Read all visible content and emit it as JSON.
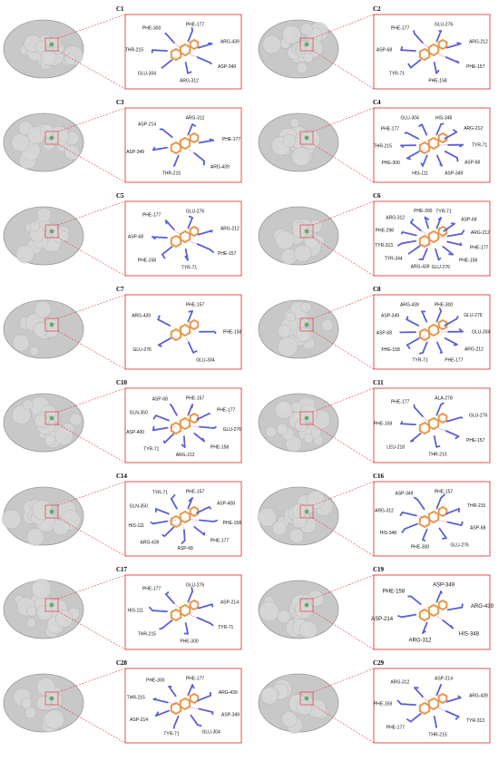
{
  "panels": [
    {
      "label": "C1",
      "residues": [
        "PHE-177",
        "ARG-439",
        "ASP-349",
        "ARG-312",
        "GLU-304",
        "THR-215",
        "PHE-300"
      ]
    },
    {
      "label": "C2",
      "residues": [
        "GLU-276",
        "ARG-212",
        "PHE-157",
        "PHE-158",
        "TYR-71",
        "ASP-68",
        "PHE-177"
      ]
    },
    {
      "label": "C3",
      "residues": [
        "ARG-312",
        "PHE-177",
        "ARG-439",
        "THR-215",
        "ASP-349",
        "ASP-214"
      ]
    },
    {
      "label": "C4",
      "residues": [
        "HIS-348",
        "ARG-212",
        "TYR-71",
        "ASP-68",
        "ASP-349",
        "HIS-111",
        "PHE-300",
        "THR-215",
        "PHE-177",
        "GLU-304"
      ]
    },
    {
      "label": "C5",
      "residues": [
        "GLU-276",
        "ARG-212",
        "PHE-157",
        "TYR-71",
        "PHE-158",
        "ASP-68",
        "PHE-177"
      ]
    },
    {
      "label": "C6",
      "residues": [
        "TYR-71",
        "ASP-68",
        "ARG-212",
        "PHE-177",
        "PHE-158",
        "GLU-276",
        "ARG-439",
        "TYR-344",
        "TYR-313",
        "PHE-298",
        "ARG-312",
        "PHE-300"
      ]
    },
    {
      "label": "C7",
      "residues": [
        "PHE-157",
        "PHE-158",
        "GLU-304",
        "GLU-276",
        "ARG-439"
      ]
    },
    {
      "label": "C8",
      "residues": [
        "PHE-300",
        "GLU-276",
        "GLU-304",
        "ARG-212",
        "PHE-177",
        "TYR-71",
        "PHE-158",
        "ASP-68",
        "ASP-349",
        "ARG-439"
      ]
    },
    {
      "label": "C10",
      "residues": [
        "PHE-157",
        "PHE-177",
        "GLU-276",
        "PHE-158",
        "ARG-212",
        "TYR-71",
        "ASP-400",
        "GLN-350",
        "ASP-68"
      ]
    },
    {
      "label": "C11",
      "residues": [
        "ALA-278",
        "GLU-276",
        "PHE-157",
        "THR-215",
        "LEU-218",
        "PHE-158",
        "PHE-177"
      ]
    },
    {
      "label": "C14",
      "residues": [
        "PHE-157",
        "ASP-408",
        "PHE-158",
        "PHE-177",
        "ASP-68",
        "ARG-439",
        "HIS-111",
        "GLN-350",
        "TYR-71"
      ]
    },
    {
      "label": "C16",
      "residues": [
        "PHE-157",
        "THR-215",
        "ASP-68",
        "GLU-276",
        "PHE-300",
        "HIS-348",
        "ARG-312",
        "ASP-349"
      ]
    },
    {
      "label": "C17",
      "residues": [
        "GLU-276",
        "ASP-214",
        "TYR-71",
        "PHE-300",
        "THR-215",
        "HIS-111",
        "PHE-177"
      ]
    },
    {
      "label": "C19",
      "residues": [
        "ASP-349",
        "ARG-439",
        "HIS-348",
        "ARG-312",
        "ASP-214",
        "PHE-158"
      ]
    },
    {
      "label": "C28",
      "residues": [
        "PHE-177",
        "ARG-439",
        "ASP-349",
        "GLU-304",
        "TYR-71",
        "ASP-214",
        "THR-215",
        "PHE-300"
      ]
    },
    {
      "label": "C29",
      "residues": [
        "ASP-214",
        "ARG-439",
        "TYR-313",
        "THR-215",
        "PHE-177",
        "PHE-158",
        "ARG-312"
      ]
    }
  ],
  "colors": {
    "protein_surface": "#c8c8c8",
    "ligand": "#e8964a",
    "residue": "#5b5fd6",
    "box": "#e04040",
    "interaction": "#d04ad0",
    "hbond": "#e6d84a"
  }
}
